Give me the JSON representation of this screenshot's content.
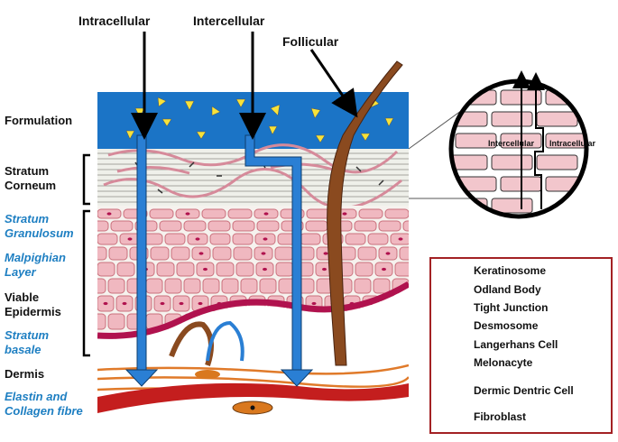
{
  "routes": {
    "intracellular": "Intracellular",
    "intercellular": "Intercellular",
    "follicular": "Follicular"
  },
  "layers": {
    "formulation": "Formulation",
    "stratum_corneum": [
      "Stratum",
      "Corneum"
    ],
    "stratum_granulosum": [
      "Stratum",
      "Granulosum"
    ],
    "malpighian_layer": [
      "Malpighian",
      "Layer"
    ],
    "viable_epidermis": [
      "Viable",
      "Epidermis"
    ],
    "stratum_basale": [
      "Stratum",
      "basale"
    ],
    "dermis": "Dermis",
    "elastin_collagen": [
      "Elastin and",
      "Collagen fibre"
    ]
  },
  "zoom": {
    "intercellular": "Intercellular",
    "intracellular": "Intracellular"
  },
  "legend": [
    {
      "icon": "keratinosome-icon",
      "label": "Keratinosome"
    },
    {
      "icon": "odland-body-icon",
      "label": "Odland Body"
    },
    {
      "icon": "tight-junction-icon",
      "label": "Tight Junction"
    },
    {
      "icon": "desmosome-icon",
      "label": "Desmosome"
    },
    {
      "icon": "langerhans-cell-icon",
      "label": "Langerhans Cell"
    },
    {
      "icon": "melanocyte-icon",
      "label": "Melonacyte"
    },
    {
      "icon": "dermic-dendritic-cell-icon",
      "label": "Dermic Dentric Cell"
    },
    {
      "icon": "fibroblast-icon",
      "label": "Fibroblast"
    }
  ],
  "colors": {
    "formulation_blue": "#1b74c6",
    "skin_pink": "#f0b8c0",
    "cell_border": "#c9707c",
    "basement_membrane": "#b0124e",
    "hair_brown": "#8a4a1f",
    "blood_vessel_red": "#c41e1e",
    "fibroblast_orange": "#d9781e",
    "route_blue": "#2a7fd4",
    "label_blue": "#1e7fc2",
    "legend_border": "#a32124"
  }
}
